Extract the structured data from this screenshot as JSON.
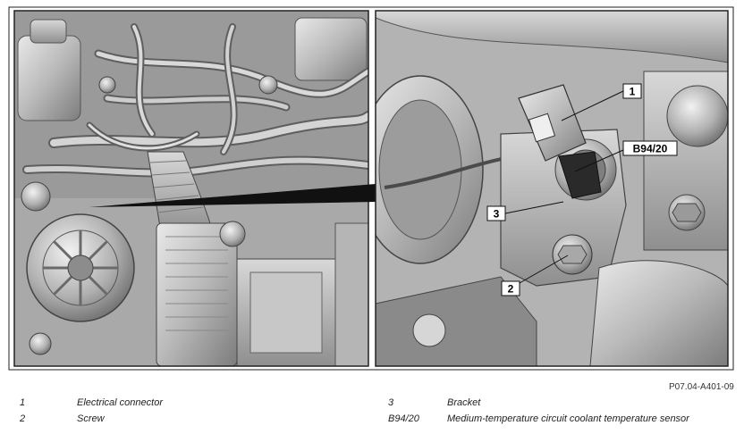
{
  "figure": {
    "callouts": [
      "1",
      "B94/20",
      "3",
      "2"
    ],
    "code": "P07.04-A401-09"
  },
  "legend": [
    {
      "num": "1",
      "text": "Electrical connector"
    },
    {
      "num": "2",
      "text": "Screw"
    },
    {
      "num": "3",
      "text": "Bracket"
    },
    {
      "num": "B94/20",
      "text": "Medium-temperature circuit coolant temperature sensor"
    }
  ]
}
